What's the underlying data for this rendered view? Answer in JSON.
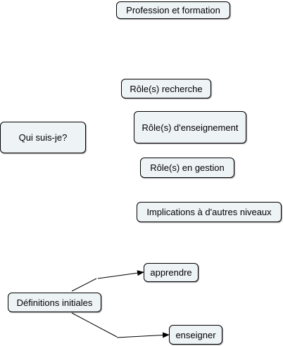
{
  "concept_map": {
    "nodes": {
      "profession": "Profession et formation",
      "qui_suis_je": "Qui suis-je?",
      "role_recherche": "Rôle(s) recherche",
      "role_enseignement": "Rôle(s) d'enseignement",
      "role_gestion": "Rôle(s) en gestion",
      "implications": "Implications à d'autres niveaux",
      "definitions": "Définitions initiales",
      "apprendre": "apprendre",
      "enseigner": "enseigner"
    },
    "links": [
      {
        "from": "definitions",
        "to": "apprendre"
      },
      {
        "from": "definitions",
        "to": "enseigner"
      }
    ]
  }
}
